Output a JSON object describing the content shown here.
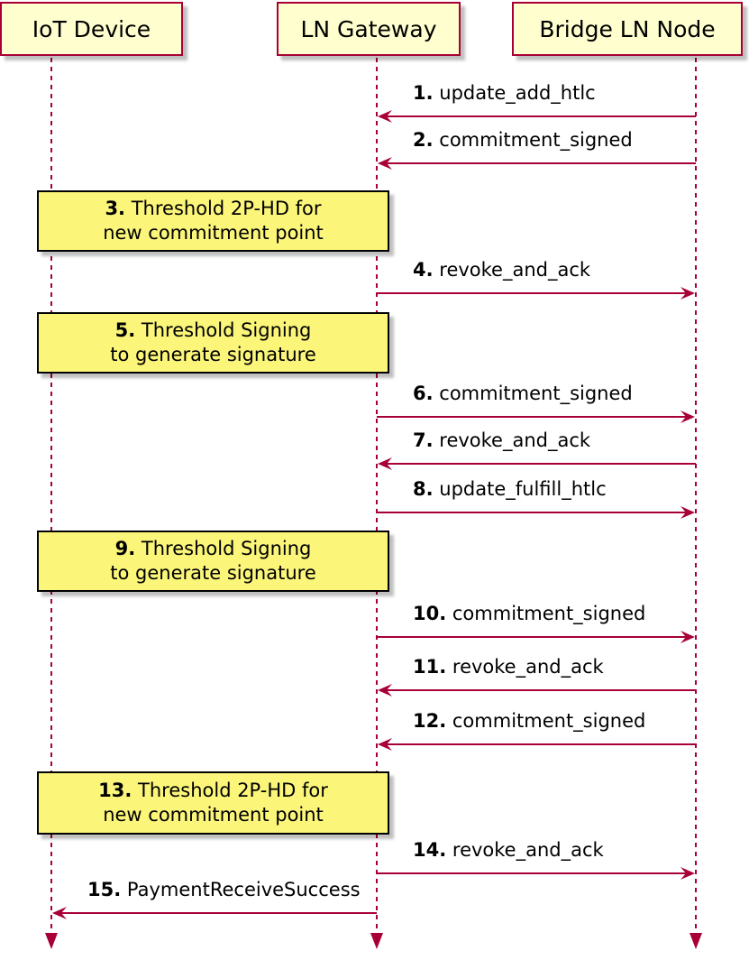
{
  "participants": [
    {
      "id": "iot",
      "label": "IoT Device"
    },
    {
      "id": "gw",
      "label": "LN Gateway"
    },
    {
      "id": "bridge",
      "label": "Bridge LN Node"
    }
  ],
  "steps": [
    {
      "kind": "message",
      "num": "1.",
      "text": "update_add_htlc",
      "from": "bridge",
      "to": "gw"
    },
    {
      "kind": "message",
      "num": "2.",
      "text": "commitment_signed",
      "from": "bridge",
      "to": "gw"
    },
    {
      "kind": "note",
      "num": "3.",
      "line1": "Threshold 2P-HD for",
      "line2": "new commitment point"
    },
    {
      "kind": "message",
      "num": "4.",
      "text": "revoke_and_ack",
      "from": "gw",
      "to": "bridge"
    },
    {
      "kind": "note",
      "num": "5.",
      "line1": "Threshold Signing",
      "line2": "to generate signature"
    },
    {
      "kind": "message",
      "num": "6.",
      "text": "commitment_signed",
      "from": "gw",
      "to": "bridge"
    },
    {
      "kind": "message",
      "num": "7.",
      "text": "revoke_and_ack",
      "from": "bridge",
      "to": "gw"
    },
    {
      "kind": "message",
      "num": "8.",
      "text": "update_fulfill_htlc",
      "from": "gw",
      "to": "bridge"
    },
    {
      "kind": "note",
      "num": "9.",
      "line1": "Threshold Signing",
      "line2": "to generate signature"
    },
    {
      "kind": "message",
      "num": "10.",
      "text": "commitment_signed",
      "from": "gw",
      "to": "bridge"
    },
    {
      "kind": "message",
      "num": "11.",
      "text": "revoke_and_ack",
      "from": "bridge",
      "to": "gw"
    },
    {
      "kind": "message",
      "num": "12.",
      "text": "commitment_signed",
      "from": "bridge",
      "to": "gw"
    },
    {
      "kind": "note",
      "num": "13.",
      "line1": "Threshold 2P-HD for",
      "line2": "new commitment point"
    },
    {
      "kind": "message",
      "num": "14.",
      "text": "revoke_and_ack",
      "from": "gw",
      "to": "bridge"
    },
    {
      "kind": "message",
      "num": "15.",
      "text": "PaymentReceiveSuccess",
      "from": "gw",
      "to": "iot"
    }
  ],
  "colors": {
    "participant_fill": "#FEFECE",
    "participant_border": "#A80036",
    "note_fill": "#FBF67A",
    "arrow": "#A80036"
  }
}
